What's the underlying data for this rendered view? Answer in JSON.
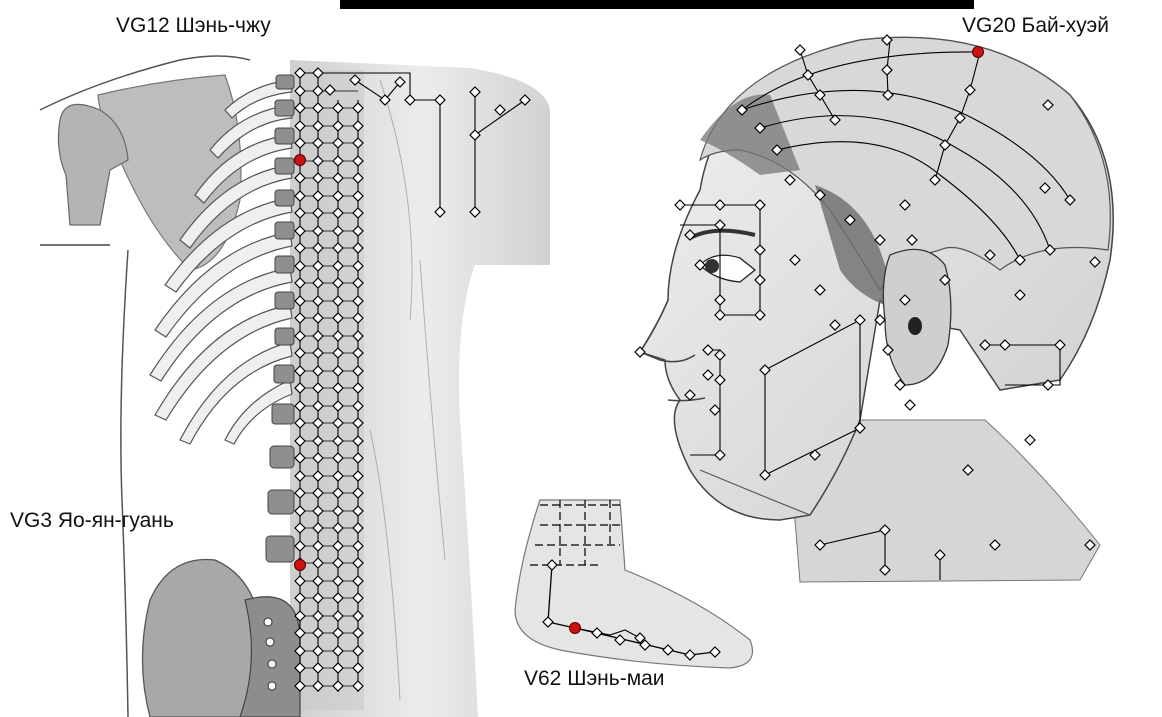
{
  "labels": {
    "vg12": "VG12 Шэнь-чжу",
    "vg20": "VG20 Бай-хуэй",
    "vg3": "VG3 Яо-ян-гуань",
    "v62": "V62 Шэнь-маи"
  },
  "colors": {
    "highlight_point": "#cc1111",
    "point_fill": "#ffffff",
    "meridian_line": "#000000",
    "background": "#ffffff",
    "skin_shade": "#dedede",
    "bone_shade": "#9a9a9a"
  },
  "icons": {
    "point": "diamond-point-icon",
    "highlighted_point": "red-dot-icon"
  }
}
